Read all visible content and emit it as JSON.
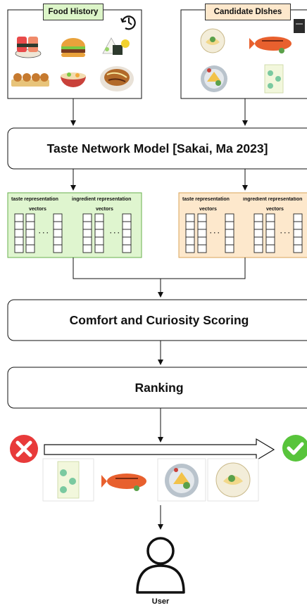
{
  "food_history": {
    "label": "Food History",
    "color": "#dcf5c8"
  },
  "candidate_dishes": {
    "label": "Candidate DIshes",
    "color": "#fde8cc"
  },
  "model": {
    "label": "Taste Network Model [Sakai, Ma 2023]"
  },
  "vectors": {
    "taste_line1": "taste representation",
    "taste_line2": "vectors",
    "ingredient_line1": "ingredient representation",
    "ingredient_line2": "vectors",
    "dots": "· · ·",
    "green": "#dff5cf",
    "orange": "#fde8cc"
  },
  "scoring": {
    "label": "Comfort and Curiosity Scoring"
  },
  "ranking": {
    "label": "Ranking"
  },
  "user": {
    "label": "User"
  },
  "icons": {
    "reject": "red-cross-icon",
    "accept": "green-check-icon",
    "history": "history-clock-icon",
    "menu": "menu-book-icon",
    "user": "user-icon"
  },
  "colors": {
    "reject": "#e83a3a",
    "accept": "#58c43b"
  }
}
